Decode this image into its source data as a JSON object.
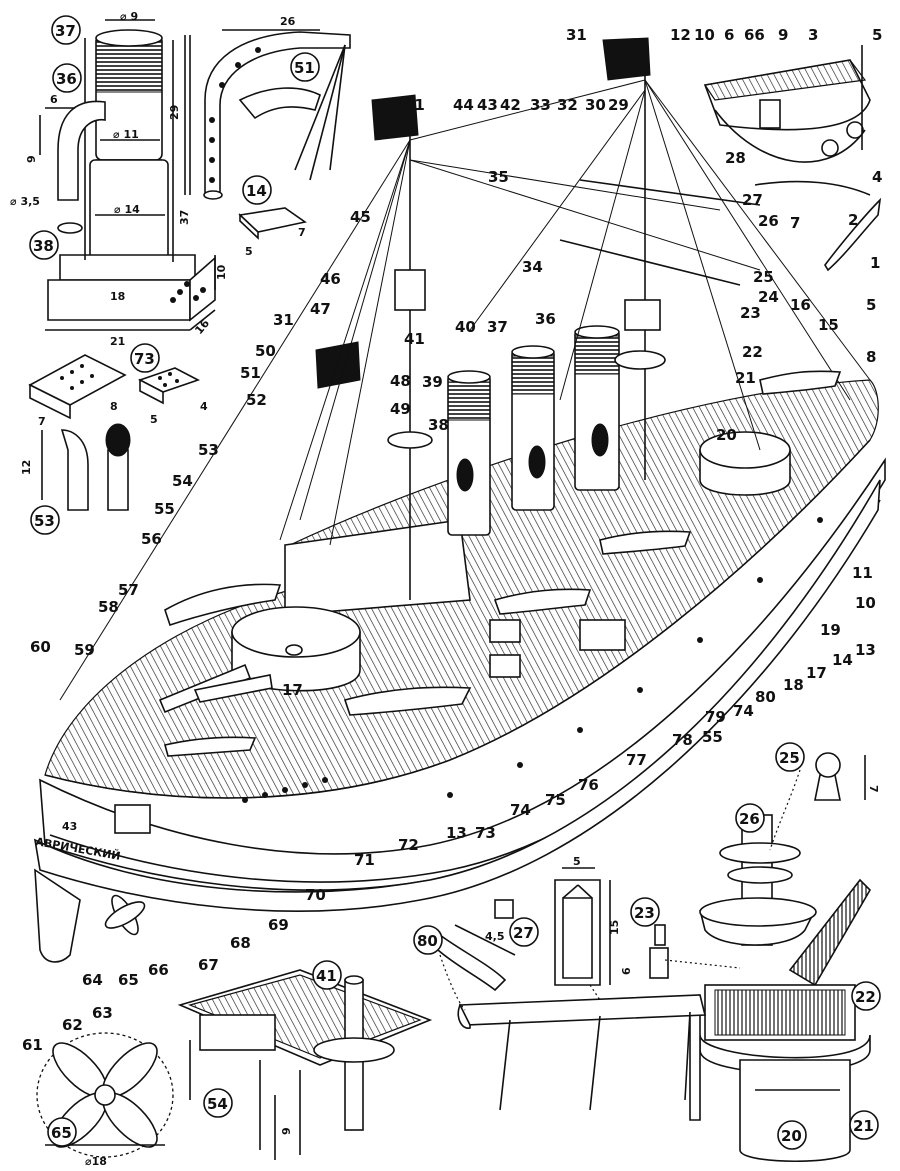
{
  "dimensions": {
    "funnel_diameter_top": "⌀ 9",
    "funnel_height_26": "26",
    "funnel_diameter_mid": "⌀ 11",
    "funnel_diameter_base": "⌀ 14",
    "funnel_base_18": "18",
    "funnel_base_21": "21",
    "funnel_base_10": "10",
    "funnel_base_16": "16",
    "funnel_37": "37",
    "davit_29": "29",
    "vent_6": "6",
    "vent_9": "9",
    "vent_3_5": "⌀ 3,5",
    "block_7": "7",
    "block_8": "8",
    "block_5": "5",
    "block_4": "4",
    "plate_5": "5",
    "plate_7": "7",
    "cowl_12": "12",
    "searchlight_7": "7",
    "ladder_5": "5",
    "ladder_15": "15",
    "boat_4_5": "4,5",
    "lamp_6": "6",
    "mast_9": "9",
    "prop_18": "⌀18"
  },
  "hull_text": "АВРИЧЕСКИЙ",
  "hull_number": "43",
  "circled_parts": [
    "37",
    "36",
    "38",
    "73",
    "53",
    "51",
    "14",
    "25",
    "26",
    "23",
    "22",
    "21",
    "20",
    "80",
    "27",
    "41",
    "54",
    "65"
  ],
  "callouts": {
    "top_left": [
      "31",
      "44",
      "43",
      "42",
      "33",
      "32",
      "30",
      "29",
      "35",
      "28",
      "27",
      "26",
      "34",
      "25",
      "24",
      "23",
      "16",
      "15",
      "22",
      "21",
      "20"
    ],
    "top_right": [
      "31",
      "12",
      "10",
      "6",
      "66",
      "9",
      "3",
      "5",
      "4",
      "7",
      "2",
      "1",
      "5",
      "8"
    ],
    "left": [
      "45",
      "46",
      "47",
      "31",
      "50",
      "51",
      "52",
      "53",
      "54",
      "55",
      "56",
      "57",
      "58",
      "59",
      "60",
      "48",
      "49",
      "41",
      "40",
      "39",
      "38",
      "37",
      "36"
    ],
    "right": [
      "19",
      "14",
      "13",
      "11",
      "10",
      "17",
      "18",
      "80",
      "74",
      "55",
      "79",
      "78",
      "77",
      "76",
      "75",
      "74",
      "73"
    ],
    "bottom": [
      "17",
      "13",
      "72",
      "71",
      "70",
      "69",
      "68",
      "67",
      "66",
      "65",
      "64",
      "63",
      "62",
      "61",
      "73"
    ]
  }
}
